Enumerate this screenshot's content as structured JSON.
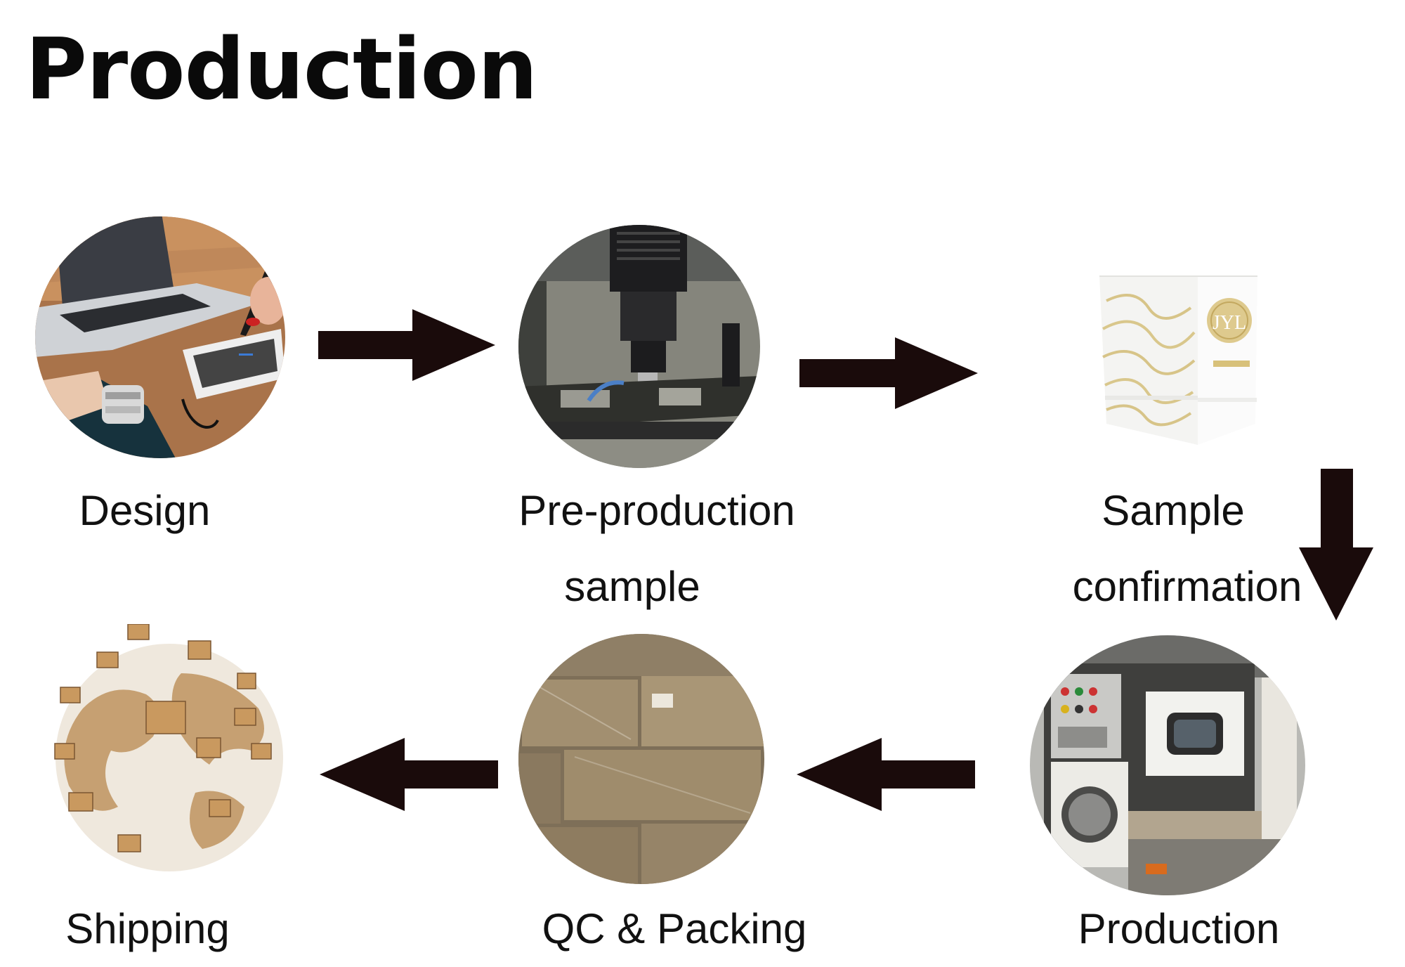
{
  "title": "Production",
  "steps": [
    {
      "label_lines": [
        "Design"
      ],
      "image": "designer-laptop-tablet-photo"
    },
    {
      "label_lines": [
        "Pre-production",
        "sample"
      ],
      "image": "cnc-milling-machine-photo"
    },
    {
      "label_lines": [
        "Sample",
        "confirmation"
      ],
      "image": "gift-box-sample-photo"
    },
    {
      "label_lines": [
        "Production"
      ],
      "image": "production-machine-photo"
    },
    {
      "label_lines": [
        "QC & Packing"
      ],
      "image": "packed-cartons-photo"
    },
    {
      "label_lines": [
        "Shipping"
      ],
      "image": "globe-with-boxes-photo"
    }
  ],
  "box_logo_text": "JYL",
  "arrows": [
    "right",
    "right",
    "down",
    "left",
    "left"
  ],
  "colors": {
    "arrow": "#1a0b0b",
    "text": "#111111",
    "background": "#ffffff"
  }
}
